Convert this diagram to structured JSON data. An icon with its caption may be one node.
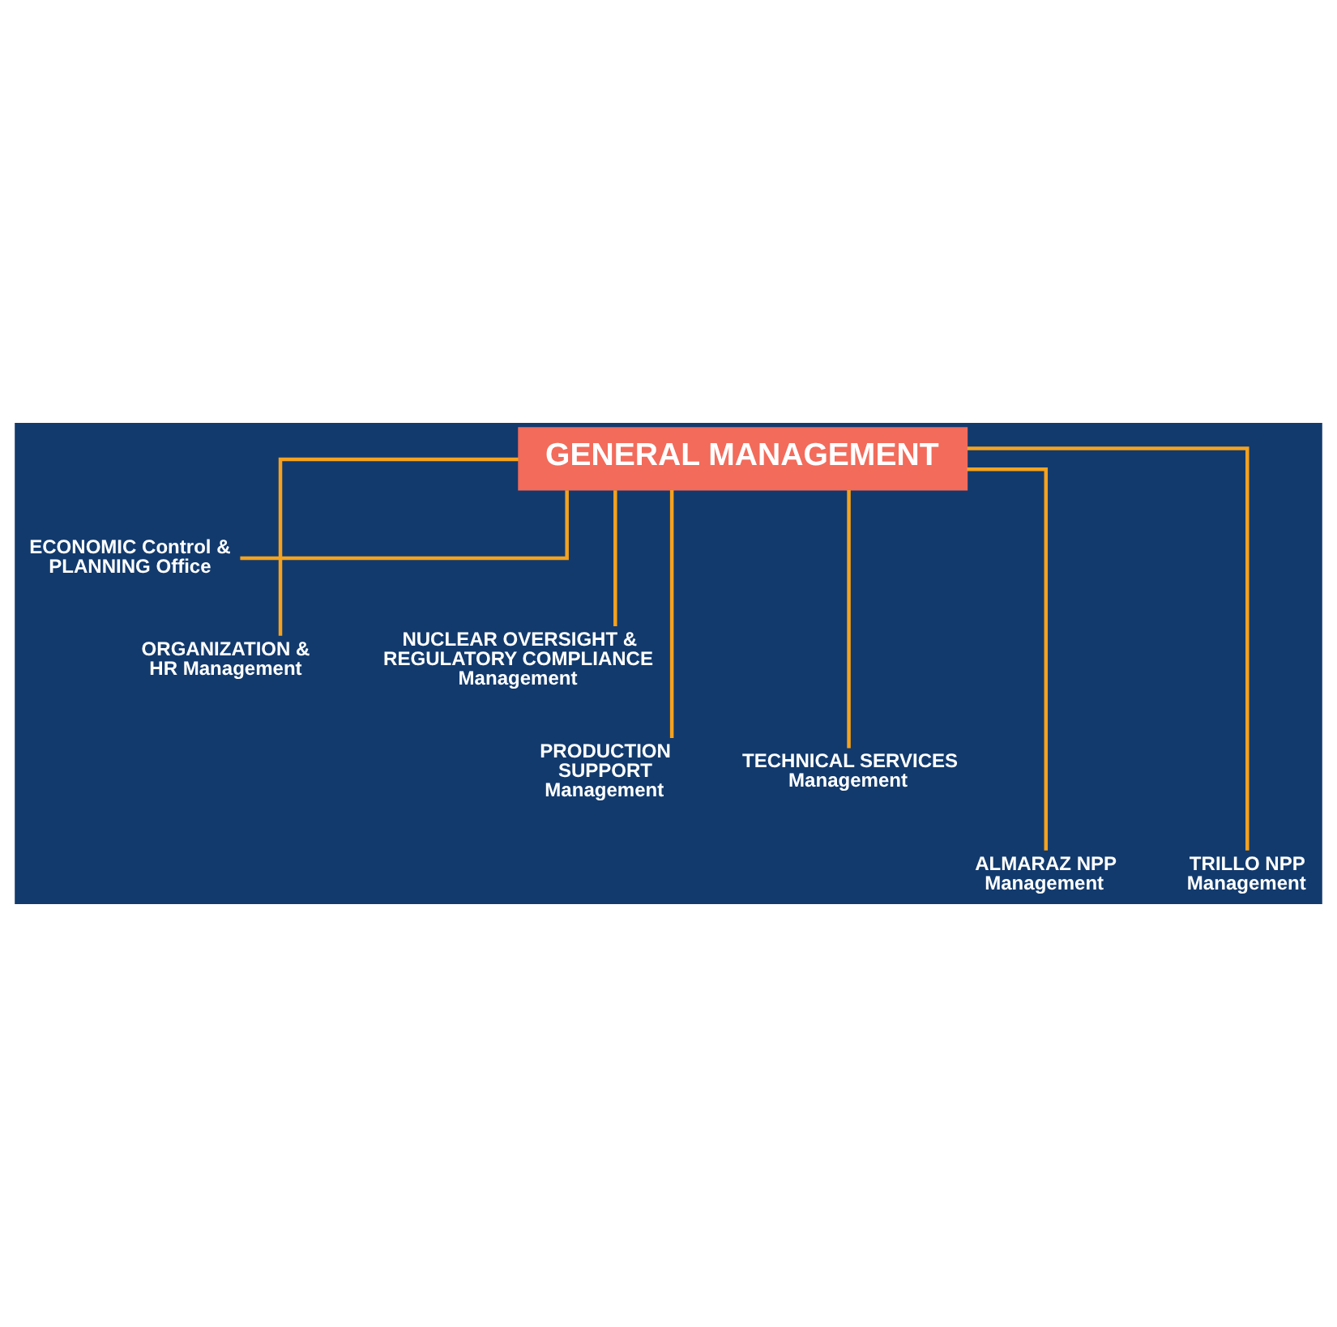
{
  "diagram": {
    "nodes": [
      {
        "text": [
          "GENERAL MANAGEMENT"
        ]
      },
      {
        "text": [
          "ECONOMIC Control & PLANNING Office"
        ]
      },
      {
        "text": [
          "ORGANIZATION & HR Management"
        ]
      },
      {
        "text": [
          "NUCLEAR OVERSIGHT & REGULATORY COMPLIANCE Management"
        ]
      },
      {
        "text": [
          "PRODUCTION SUPPORT Management"
        ]
      },
      {
        "text": [
          "TECHNICAL SERVICES Management"
        ]
      },
      {
        "text": [
          "ALMARAZ NPP Management"
        ]
      },
      {
        "text": [
          "TRILLO NPP Management"
        ]
      }
    ],
    "edges": [
      {
        "from": 0,
        "to": 1,
        "arrow": "none"
      },
      {
        "from": 0,
        "to": 2,
        "arrow": "none"
      },
      {
        "from": 0,
        "to": 3,
        "arrow": "none"
      },
      {
        "from": 0,
        "to": 4,
        "arrow": "none"
      },
      {
        "from": 0,
        "to": 5,
        "arrow": "none"
      },
      {
        "from": 0,
        "to": 6,
        "arrow": "none"
      },
      {
        "from": 0,
        "to": 7,
        "arrow": "none"
      }
    ]
  }
}
